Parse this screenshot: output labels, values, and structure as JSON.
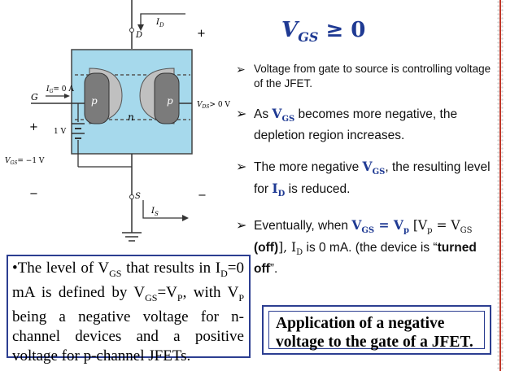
{
  "diagram": {
    "label_D": "D",
    "label_ID": "I",
    "label_ID_sub": "D",
    "label_plus_top": "+",
    "label_G": "G",
    "label_IG": "I",
    "label_IG_sub": "G",
    "label_IG_val": "= 0 A",
    "label_p_left": "p",
    "label_n": "n",
    "label_p_right": "p",
    "label_VDS": "V",
    "label_VDS_sub": "DS",
    "label_VDS_val": "> 0 V",
    "label_plus_left": "+",
    "label_battery": "1 V",
    "label_VGS": "V",
    "label_VGS_sub": "GS",
    "label_VGS_val": "= −1 V",
    "label_minus_left": "−",
    "label_minus_bottom": "−",
    "label_S": "S",
    "label_IS": "I",
    "label_IS_sub": "S"
  },
  "title": {
    "v": "V",
    "sub": "GS",
    "rel": "≥ 0"
  },
  "bullets": {
    "arrow": "➢",
    "b1": "Voltage from gate to source is controlling voltage of the JFET.",
    "b2_pre": "As ",
    "b2_sym": "V",
    "b2_sub": "GS",
    "b2_post": " becomes more negative, the depletion region increases.",
    "b3_pre": "The more negative ",
    "b3_sym": "V",
    "b3_sub": "GS",
    "b3_mid": ", the resulting level for ",
    "b3_sym2": "I",
    "b3_sub2": "D",
    "b3_post": " is reduced.",
    "b4_pre": "Eventually, when ",
    "b4_eq": "V",
    "b4_eq_sub": "GS",
    "b4_eq2": " = V",
    "b4_eq2_sub": "p",
    "b4_br": " [V",
    "b4_br_sub": "p",
    "b4_br2": " = V",
    "b4_br2_sub": "GS",
    "b4_off": "(off)",
    "b4_after": "], I",
    "b4_after_sub": "D",
    "b4_tail": " is 0 mA. (the device is “",
    "b4_turned": "turned off",
    "b4_end": "”."
  },
  "box1": {
    "t1": "•The level of V",
    "t1_sub": "GS",
    "t2": " that results in I",
    "t2_sub": "D",
    "t3": "=0 mA is defined by V",
    "t3_sub": "GS",
    "t4": "=V",
    "t4_sub": "P",
    "t5": ", with V",
    "t5_sub": "P",
    "t6": " being a negative voltage for n-channel devices and a positive voltage for p-channel JFETs."
  },
  "box2": {
    "text": "Application of a negative voltage to the gate of a JFET."
  }
}
